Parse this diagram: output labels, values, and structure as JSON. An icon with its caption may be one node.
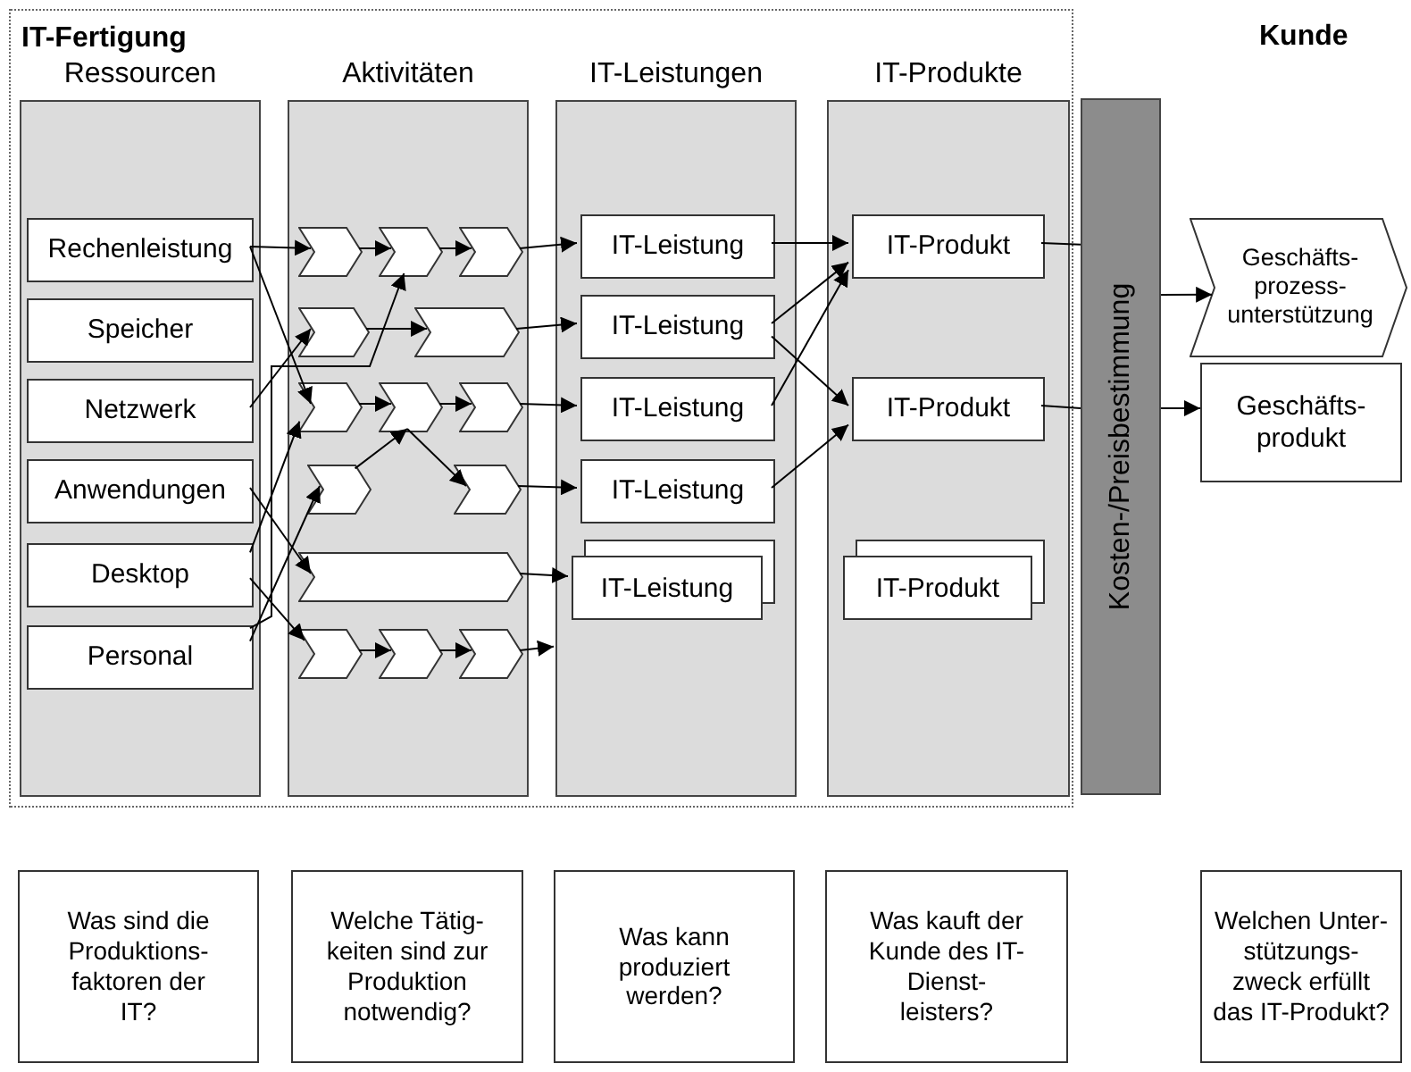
{
  "diagram": {
    "nodes": [
      {
        "text": [
          "IT-Fertigung"
        ]
      },
      {
        "text": [
          "Ressourcen"
        ],
        "in": 0
      },
      {
        "text": [
          "Aktivitäten"
        ],
        "in": 0
      },
      {
        "text": [
          "IT-Leistungen"
        ],
        "in": 0
      },
      {
        "text": [
          "IT-Produkte"
        ],
        "in": 0
      },
      {
        "text": [
          "Rechenleistung"
        ],
        "in": 1
      },
      {
        "text": [
          "Speicher"
        ],
        "in": 1
      },
      {
        "text": [
          "Netzwerk"
        ],
        "in": 1
      },
      {
        "text": [
          "Anwendungen"
        ],
        "in": 1
      },
      {
        "text": [
          "Desktop"
        ],
        "in": 1
      },
      {
        "text": [
          "Personal"
        ],
        "in": 1
      },
      {
        "text": [],
        "shape": "chevron",
        "in": 2
      },
      {
        "text": [],
        "shape": "chevron",
        "in": 2
      },
      {
        "text": [],
        "shape": "chevron",
        "in": 2
      },
      {
        "text": [],
        "shape": "chevron",
        "in": 2
      },
      {
        "text": [],
        "shape": "chevron",
        "in": 2
      },
      {
        "text": [],
        "shape": "chevron",
        "in": 2
      },
      {
        "text": [],
        "shape": "chevron",
        "in": 2
      },
      {
        "text": [],
        "shape": "chevron",
        "in": 2
      },
      {
        "text": [],
        "shape": "chevron",
        "in": 2
      },
      {
        "text": [],
        "shape": "chevron",
        "in": 2
      },
      {
        "text": [],
        "shape": "chevron",
        "in": 2
      },
      {
        "text": [],
        "shape": "chevron",
        "in": 2
      },
      {
        "text": [],
        "shape": "chevron",
        "in": 2
      },
      {
        "text": [],
        "shape": "chevron",
        "in": 2
      },
      {
        "text": [
          "IT-Leistung"
        ],
        "in": 3
      },
      {
        "text": [
          "IT-Leistung"
        ],
        "in": 3
      },
      {
        "text": [
          "IT-Leistung"
        ],
        "in": 3
      },
      {
        "text": [
          "IT-Leistung"
        ],
        "in": 3
      },
      {
        "text": [
          "IT-Leistung"
        ],
        "in": 3
      },
      {
        "text": [
          "IT-Produkt"
        ],
        "in": 4
      },
      {
        "text": [
          "IT-Produkt"
        ],
        "in": 4
      },
      {
        "text": [
          "IT-Produkt"
        ],
        "in": 4
      },
      {
        "text": [
          "Kosten-/Preisbestimmung"
        ]
      },
      {
        "text": [
          "Geschäfts- prozess- unterstützung"
        ]
      },
      {
        "text": [
          "Geschäfts- produkt"
        ]
      },
      {
        "text": [
          "Was sind die Produktions- faktoren der IT?"
        ]
      },
      {
        "text": [
          "Welche Tätig- keiten sind zur Produktion notwendig?"
        ]
      },
      {
        "text": [
          "Was kann produziert werden?"
        ]
      },
      {
        "text": [
          "Was kauft der Kunde des IT-Dienst- leisters?"
        ]
      },
      {
        "text": [
          "Welchen Unter- stützungs- zweck erfüllt das IT-Produkt?"
        ]
      }
    ],
    "edges": [
      {
        "from": 5,
        "to": 11,
        "arrow": "to"
      },
      {
        "from": 11,
        "to": 12,
        "arrow": "to"
      },
      {
        "from": 12,
        "to": 13,
        "arrow": "to"
      },
      {
        "from": 13,
        "to": 25,
        "arrow": "to"
      },
      {
        "from": 5,
        "to": 16,
        "arrow": "to"
      },
      {
        "from": 7,
        "to": 14,
        "arrow": "to"
      },
      {
        "from": 14,
        "to": 15,
        "arrow": "to"
      },
      {
        "from": 15,
        "to": 26,
        "arrow": "to"
      },
      {
        "from": 16,
        "to": 17,
        "arrow": "to"
      },
      {
        "from": 17,
        "to": 18,
        "arrow": "to"
      },
      {
        "from": 18,
        "to": 27,
        "arrow": "to"
      },
      {
        "from": 19,
        "to": 17,
        "arrow": "to"
      },
      {
        "from": 17,
        "to": 20,
        "arrow": "to"
      },
      {
        "from": 20,
        "to": 28,
        "arrow": "to"
      },
      {
        "from": 8,
        "to": 21,
        "arrow": "to"
      },
      {
        "from": 21,
        "to": 29,
        "arrow": "to"
      },
      {
        "from": 9,
        "to": 16,
        "arrow": "to"
      },
      {
        "from": 9,
        "to": 22,
        "arrow": "to"
      },
      {
        "from": 10,
        "to": 19,
        "arrow": "to"
      },
      {
        "from": 10,
        "to": 12,
        "arrow": "to"
      },
      {
        "from": 22,
        "to": 23,
        "arrow": "to"
      },
      {
        "from": 23,
        "to": 24,
        "arrow": "to"
      },
      {
        "from": 24,
        "to": 3,
        "arrow": "to"
      },
      {
        "from": 25,
        "to": 30,
        "arrow": "to"
      },
      {
        "from": 26,
        "to": 30,
        "arrow": "to"
      },
      {
        "from": 26,
        "to": 31,
        "arrow": "to"
      },
      {
        "from": 27,
        "to": 30,
        "arrow": "to"
      },
      {
        "from": 28,
        "to": 31,
        "arrow": "to"
      },
      {
        "from": 30,
        "to": 33,
        "arrow": "none"
      },
      {
        "from": 31,
        "to": 33,
        "arrow": "none"
      },
      {
        "from": 33,
        "to": 34,
        "arrow": "to"
      },
      {
        "from": 33,
        "to": 35,
        "arrow": "to"
      }
    ],
    "labels": [
      "Kunde"
    ]
  }
}
